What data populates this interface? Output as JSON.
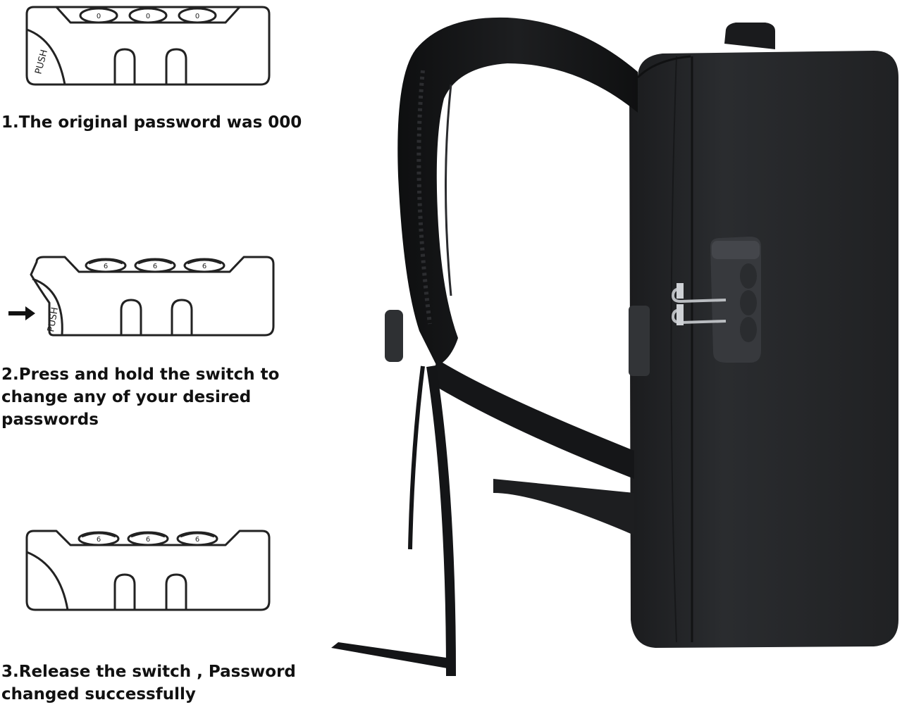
{
  "steps": [
    {
      "caption": [
        "1.The original password was 000"
      ],
      "push_label": "PUSH",
      "dial_digits": [
        "0",
        "0",
        "0"
      ]
    },
    {
      "caption": [
        "2.Press and hold the switch to",
        "change any of your desired",
        "passwords"
      ],
      "push_label": "PUSH",
      "dial_digits": [
        "6",
        "6",
        "6"
      ]
    },
    {
      "caption": [
        "3.Release the switch , Password",
        "changed successfully"
      ],
      "dial_digits": [
        "6",
        "6",
        "6"
      ]
    }
  ],
  "colors": {
    "bag_body": "#26282b",
    "bag_front_panel": "#1c1d1f",
    "strap": "#141517",
    "lock": "#3a3c40",
    "diagram_line": "#222222"
  }
}
